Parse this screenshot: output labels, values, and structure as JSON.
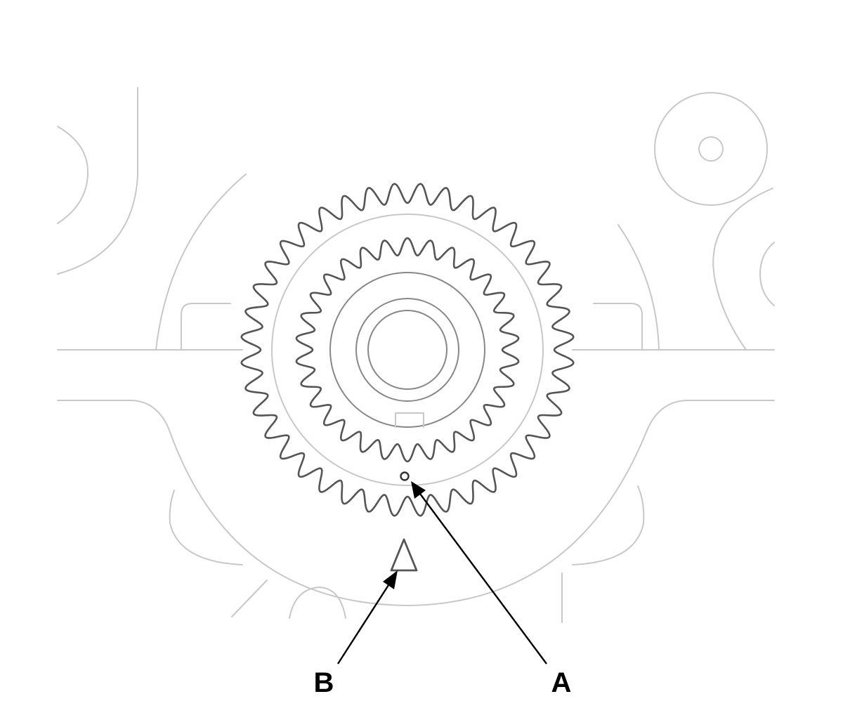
{
  "callouts": {
    "a": {
      "label": "A"
    },
    "b": {
      "label": "B"
    }
  },
  "colors": {
    "background": "#ffffff",
    "housing_line": "#c8c8c8",
    "gear_line": "#555555",
    "leader": "#000000"
  },
  "gears": {
    "outer_tooth_count": 40,
    "inner_tooth_count": 30
  }
}
